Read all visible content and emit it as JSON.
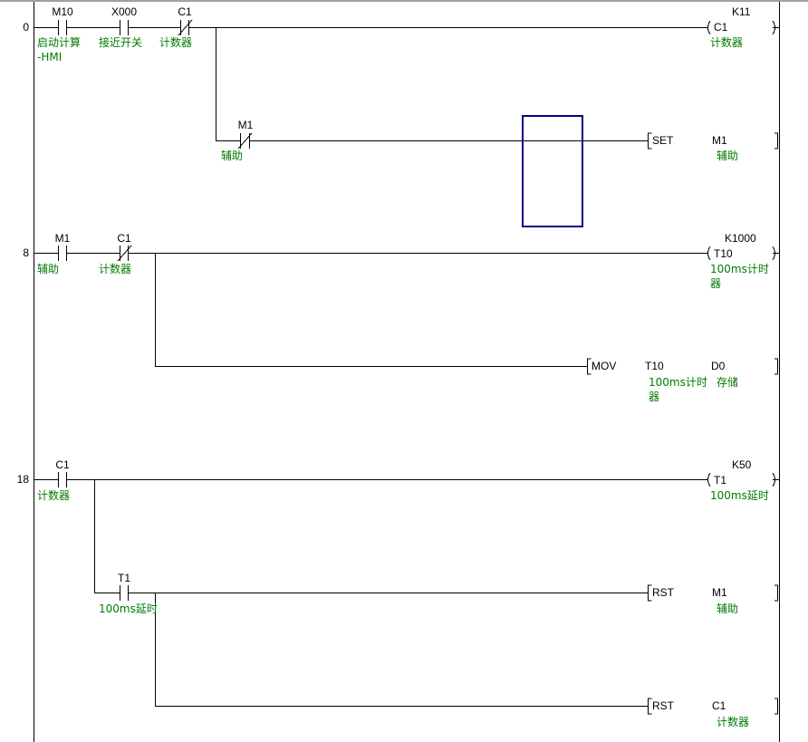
{
  "rungs": [
    {
      "step": "0",
      "contacts": [
        {
          "device": "M10",
          "comment": "启动计算",
          "comment2": "-HMI",
          "type": "NO"
        },
        {
          "device": "X000",
          "comment": "接近开关",
          "type": "NO"
        },
        {
          "device": "C1",
          "comment": "计数器",
          "type": "NC"
        }
      ],
      "coil": {
        "device": "C1",
        "setpoint": "K11",
        "comment": "计数器"
      },
      "branch": {
        "contact": {
          "device": "M1",
          "comment": "辅助",
          "type": "NC"
        },
        "instr": {
          "op": "SET",
          "arg1": "M1",
          "comment1": "辅助"
        }
      }
    },
    {
      "step": "8",
      "contacts": [
        {
          "device": "M1",
          "comment": "辅助",
          "type": "NO"
        },
        {
          "device": "C1",
          "comment": "计数器",
          "type": "NC"
        }
      ],
      "coil": {
        "device": "T10",
        "setpoint": "K1000",
        "comment": "100ms计时",
        "comment2": "器"
      },
      "branch": {
        "instr": {
          "op": "MOV",
          "arg1": "T10",
          "comment1": "100ms计时",
          "comment1b": "器",
          "arg2": "D0",
          "comment2": "存储"
        }
      }
    },
    {
      "step": "18",
      "contacts": [
        {
          "device": "C1",
          "comment": "计数器",
          "type": "NO"
        }
      ],
      "coil": {
        "device": "T1",
        "setpoint": "K50",
        "comment": "100ms延时"
      },
      "branch": {
        "contact": {
          "device": "T1",
          "comment": "100ms延时",
          "type": "NO"
        },
        "instr": {
          "op": "RST",
          "arg1": "M1",
          "comment1": "辅助"
        },
        "instr2": {
          "op": "RST",
          "arg1": "C1",
          "comment1": "计数器"
        }
      }
    }
  ],
  "colors": {
    "wire": "#000000",
    "comment": "#007a00",
    "cursor": "#00008b"
  }
}
